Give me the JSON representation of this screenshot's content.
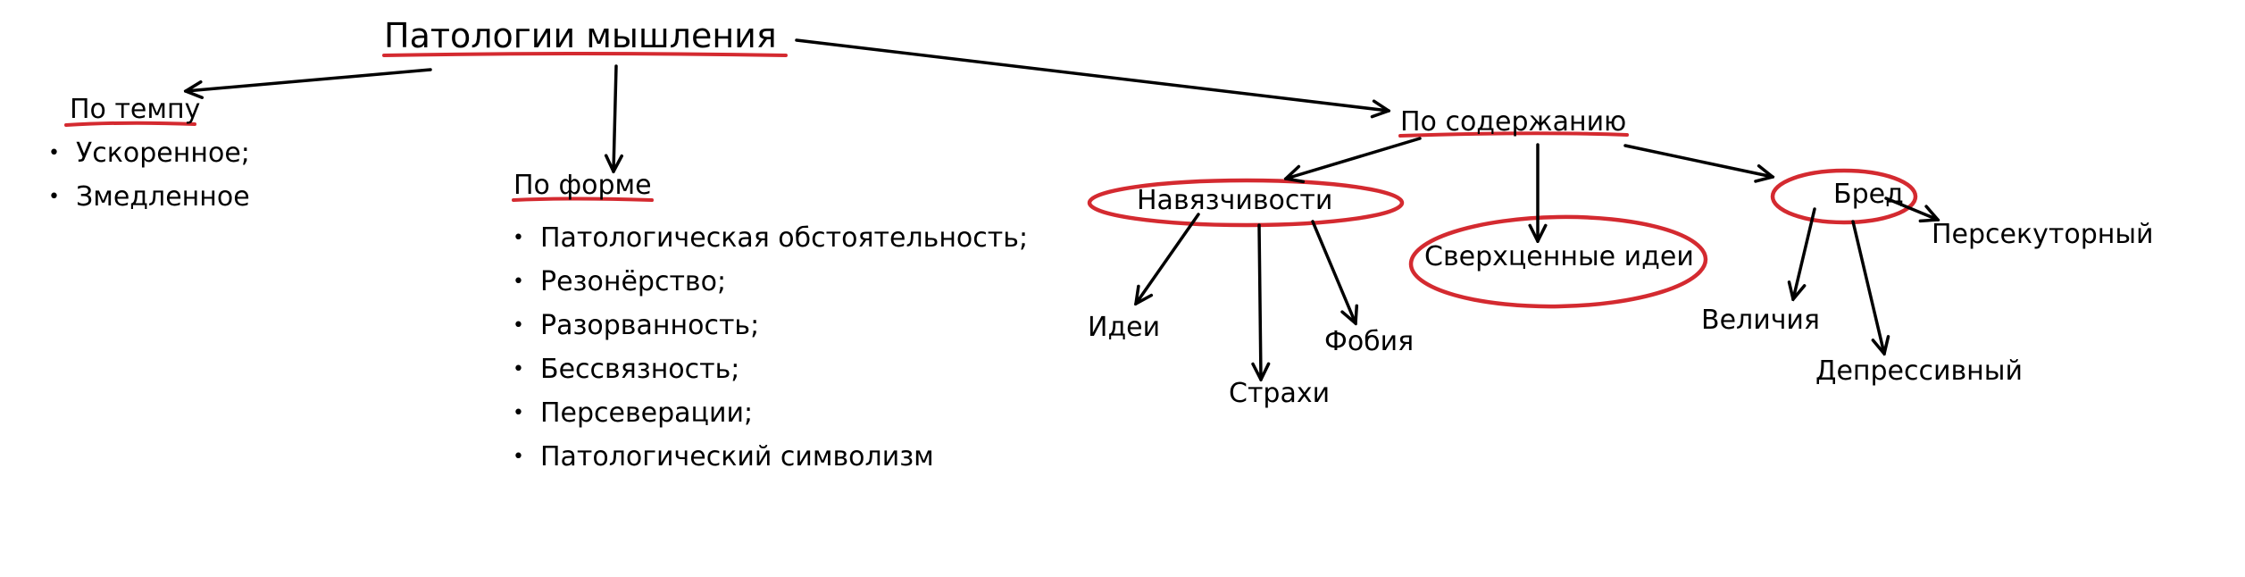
{
  "title": "Патологии мышления",
  "categories": {
    "tempo": "По темпу",
    "form": "По форме",
    "content": "По содержанию"
  },
  "tempo_items": [
    "Ускоренное;",
    "Змедленное"
  ],
  "form_items": [
    "Патологическая обстоятельность;",
    "Резонёрство;",
    "Разорванность;",
    "Бессвязность;",
    "Персеверации;",
    "Патологический символизм"
  ],
  "content_groups": {
    "obsessions": {
      "label": "Навязчивости",
      "children": [
        "Идеи",
        "Страхи",
        "Фобия"
      ]
    },
    "overvalued": {
      "label": "Сверхценные идеи"
    },
    "delusion": {
      "label": "Бред",
      "children": [
        "Персекуторный",
        "Величия",
        "Депрессивный"
      ]
    }
  },
  "colors": {
    "ink": "#000000",
    "highlight": "#d42a30"
  }
}
